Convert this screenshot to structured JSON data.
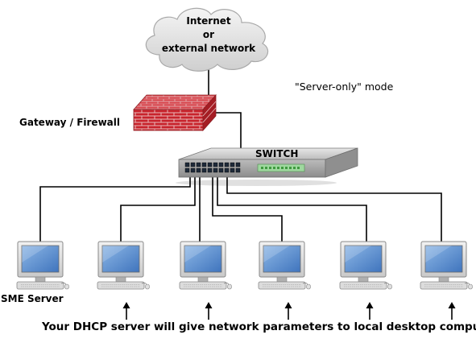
{
  "cloud": {
    "line1": "Internet",
    "line2": "or",
    "line3": "external network"
  },
  "mode_label": "\"Server-only\" mode",
  "gateway_label": "Gateway / Firewall",
  "switch_label": "SWITCH",
  "server_label": "SME Server",
  "caption": "Your DHCP server will give network parameters to local desktop computer",
  "colors": {
    "firewall_brick": "#c8232c",
    "firewall_mortar": "#e9b8ba",
    "screen": "#5a8fd0",
    "cable": "#000000"
  },
  "icons": [
    "cloud-icon",
    "firewall-icon",
    "switch-icon",
    "computer-icon",
    "arrow-up-icon"
  ]
}
